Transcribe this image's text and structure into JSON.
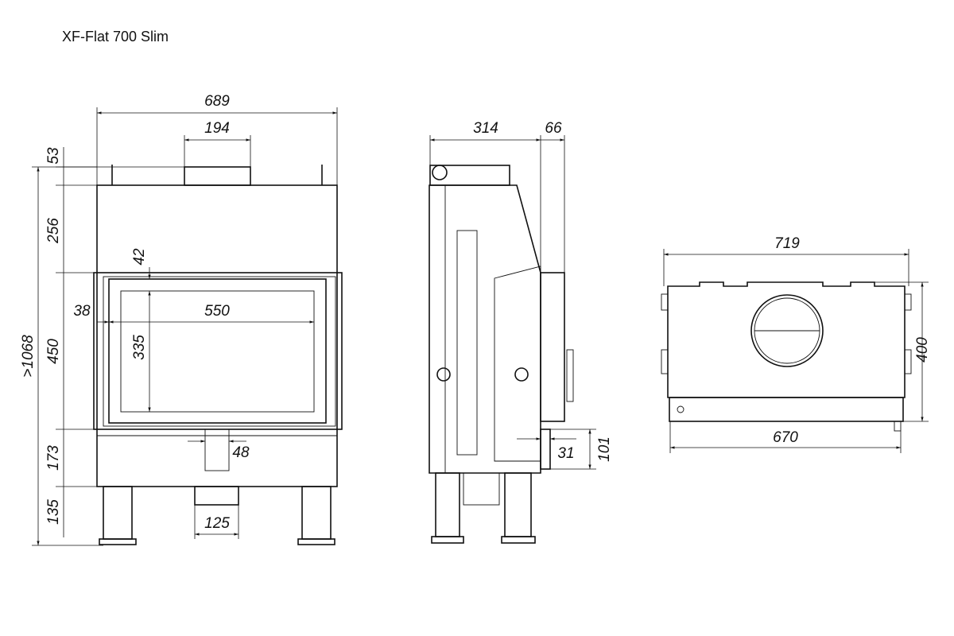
{
  "title": "XF-Flat 700 Slim",
  "front_view": {
    "width_total": "689",
    "flue_width": "194",
    "top_offset": "53",
    "upper_height": "256",
    "door_top_gap": "42",
    "side_gap": "38",
    "glass_width": "550",
    "glass_height": "335",
    "door_height": "450",
    "total_height": ">1068",
    "lower_height": "173",
    "air_inlet": "48",
    "leg_height": "135",
    "duct_width": "125"
  },
  "side_view": {
    "depth": "314",
    "door_depth": "66",
    "inlet_offset": "31",
    "inlet_height": "101"
  },
  "top_view": {
    "width": "719",
    "depth": "400",
    "base_width": "670"
  }
}
